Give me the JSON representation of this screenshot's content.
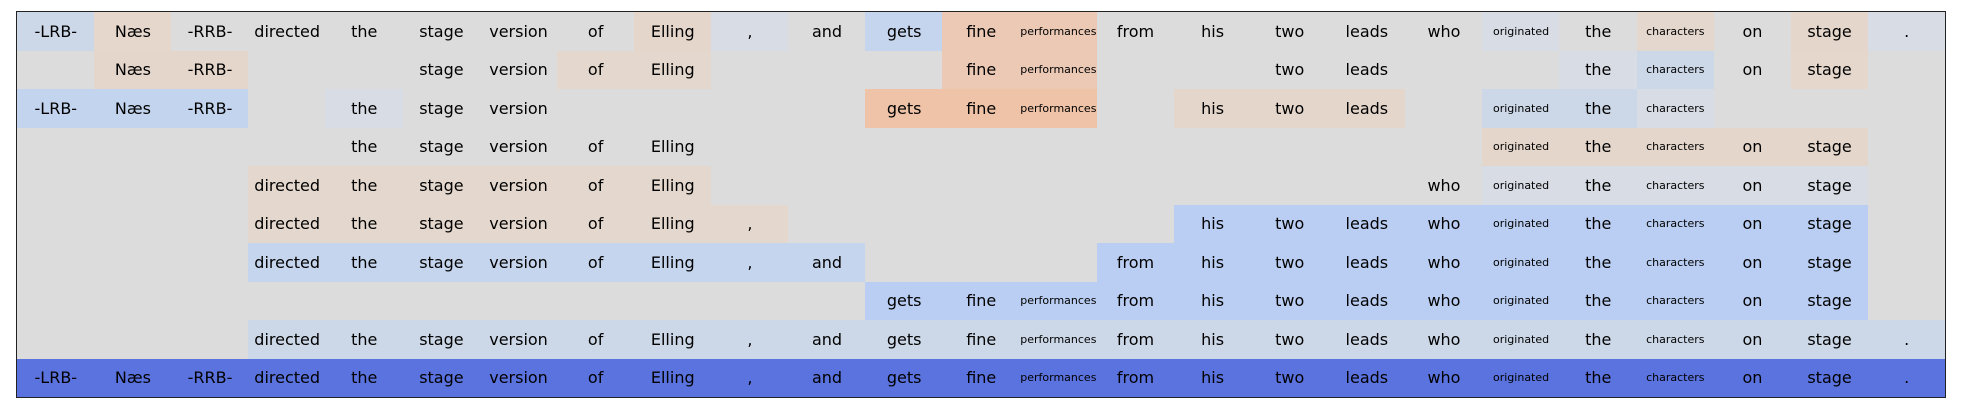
{
  "tokens": [
    "-LRB-",
    "Næs",
    "-RRB-",
    "directed",
    "the",
    "stage",
    "version",
    "of",
    "Elling",
    ",",
    "and",
    "gets",
    "fine",
    "performances",
    "from",
    "his",
    "two",
    "leads",
    "who",
    "originated",
    "the",
    "characters",
    "on",
    "stage",
    "."
  ],
  "small_tokens": [
    "performances",
    "originated",
    "characters"
  ],
  "rows": [
    {
      "shown": [
        1,
        1,
        1,
        1,
        1,
        1,
        1,
        1,
        1,
        1,
        1,
        1,
        1,
        1,
        1,
        1,
        1,
        1,
        1,
        1,
        1,
        1,
        1,
        1,
        1
      ],
      "colors": [
        "#ccd8e8",
        "#e6d7cc",
        "#dcdcdc",
        "#dcdcdc",
        "#dcdcdc",
        "#dcdcdc",
        "#dcdcdc",
        "#dcdcdc",
        "#e5d6cb",
        "#d8dce4",
        "#dcdcdc",
        "#c6d5ee",
        "#ebc9b5",
        "#ebc9b5",
        "#dcdcdc",
        "#dcdcdc",
        "#dcdcdc",
        "#dcdcdc",
        "#dcdcdc",
        "#d8dce4",
        "#dcdcdc",
        "#e4d7cd",
        "#dcdcdc",
        "#e4d6cb",
        "#d8dce4"
      ]
    },
    {
      "shown": [
        0,
        1,
        1,
        0,
        0,
        1,
        1,
        1,
        1,
        0,
        0,
        0,
        1,
        1,
        0,
        0,
        1,
        1,
        0,
        0,
        1,
        1,
        1,
        1,
        0
      ],
      "colors": [
        "#dcdcdc",
        "#e4d6cb",
        "#e4d6cb",
        "#dcdcdc",
        "#dcdcdc",
        "#dcdcdc",
        "#dcdcdc",
        "#e4d7cd",
        "#e4d7cd",
        "#dcdcdc",
        "#dcdcdc",
        "#dcdcdc",
        "#ebc9b5",
        "#ebc9b5",
        "#dcdcdc",
        "#dcdcdc",
        "#dcdcdc",
        "#dcdcdc",
        "#dcdcdc",
        "#dcdcdc",
        "#d8dce4",
        "#ccd8e8",
        "#dcdcdc",
        "#e6d7cc",
        "#dcdcdc"
      ]
    },
    {
      "shown": [
        1,
        1,
        1,
        0,
        1,
        1,
        1,
        0,
        0,
        0,
        0,
        1,
        1,
        1,
        0,
        1,
        1,
        1,
        0,
        1,
        1,
        1,
        0,
        0,
        0
      ],
      "colors": [
        "#c3d4ee",
        "#c3d4ee",
        "#c3d4ee",
        "#dcdcdc",
        "#d8dce4",
        "#dcdcdc",
        "#dcdcdc",
        "#dcdcdc",
        "#dcdcdc",
        "#dcdcdc",
        "#dcdcdc",
        "#eec3a7",
        "#eec3a7",
        "#eec3a7",
        "#dcdcdc",
        "#e4d6cb",
        "#e4d6cb",
        "#e4d6cb",
        "#dcdcdc",
        "#ccd8e8",
        "#ccd8e8",
        "#d8dce4",
        "#dcdcdc",
        "#dcdcdc",
        "#dcdcdc"
      ]
    },
    {
      "shown": [
        0,
        0,
        0,
        0,
        1,
        1,
        1,
        1,
        1,
        0,
        0,
        0,
        0,
        0,
        0,
        0,
        0,
        0,
        0,
        1,
        1,
        1,
        1,
        1,
        0
      ],
      "colors": [
        "#dcdcdc",
        "#dcdcdc",
        "#dcdcdc",
        "#dcdcdc",
        "#dcdcdc",
        "#dcdcdc",
        "#dcdcdc",
        "#dcdcdc",
        "#dcdcdc",
        "#dcdcdc",
        "#dcdcdc",
        "#dcdcdc",
        "#dcdcdc",
        "#dcdcdc",
        "#dcdcdc",
        "#dcdcdc",
        "#dcdcdc",
        "#dcdcdc",
        "#dcdcdc",
        "#e4d6cb",
        "#e4d6cb",
        "#e4d6cb",
        "#e4d6cb",
        "#e4d6cb",
        "#dcdcdc"
      ]
    },
    {
      "shown": [
        0,
        0,
        0,
        1,
        1,
        1,
        1,
        1,
        1,
        0,
        0,
        0,
        0,
        0,
        0,
        0,
        0,
        0,
        1,
        1,
        1,
        1,
        1,
        1,
        0
      ],
      "colors": [
        "#dcdcdc",
        "#dcdcdc",
        "#dcdcdc",
        "#e4d7cd",
        "#e4d7cd",
        "#e4d7cd",
        "#e4d7cd",
        "#e4d7cd",
        "#e4d7cd",
        "#dcdcdc",
        "#dcdcdc",
        "#dcdcdc",
        "#dcdcdc",
        "#dcdcdc",
        "#dcdcdc",
        "#dcdcdc",
        "#dcdcdc",
        "#dcdcdc",
        "#dcdcdc",
        "#d8dce4",
        "#d8dce4",
        "#d8dce4",
        "#d8dce4",
        "#d8dce4",
        "#dcdcdc"
      ]
    },
    {
      "shown": [
        0,
        0,
        0,
        1,
        1,
        1,
        1,
        1,
        1,
        1,
        0,
        0,
        0,
        0,
        0,
        1,
        1,
        1,
        1,
        1,
        1,
        1,
        1,
        1,
        0
      ],
      "colors": [
        "#dcdcdc",
        "#dcdcdc",
        "#dcdcdc",
        "#e4d7cd",
        "#e4d7cd",
        "#e4d7cd",
        "#e4d7cd",
        "#e4d7cd",
        "#e4d7cd",
        "#e4d7cd",
        "#dcdcdc",
        "#dcdcdc",
        "#dcdcdc",
        "#dcdcdc",
        "#dcdcdc",
        "#b9cef2",
        "#b9cef2",
        "#b9cef2",
        "#b9cef2",
        "#b9cef2",
        "#b9cef2",
        "#b9cef2",
        "#b9cef2",
        "#b9cef2",
        "#dcdcdc"
      ]
    },
    {
      "shown": [
        0,
        0,
        0,
        1,
        1,
        1,
        1,
        1,
        1,
        1,
        1,
        0,
        0,
        0,
        1,
        1,
        1,
        1,
        1,
        1,
        1,
        1,
        1,
        1,
        0
      ],
      "colors": [
        "#dcdcdc",
        "#dcdcdc",
        "#dcdcdc",
        "#c6d5ee",
        "#c6d5ee",
        "#c6d5ee",
        "#c6d5ee",
        "#c6d5ee",
        "#c6d5ee",
        "#c6d5ee",
        "#c6d5ee",
        "#dcdcdc",
        "#dcdcdc",
        "#dcdcdc",
        "#b9cef2",
        "#b9cef2",
        "#b9cef2",
        "#b9cef2",
        "#b9cef2",
        "#b9cef2",
        "#b9cef2",
        "#b9cef2",
        "#b9cef2",
        "#b9cef2",
        "#dcdcdc"
      ]
    },
    {
      "shown": [
        0,
        0,
        0,
        0,
        0,
        0,
        0,
        0,
        0,
        0,
        0,
        1,
        1,
        1,
        1,
        1,
        1,
        1,
        1,
        1,
        1,
        1,
        1,
        1,
        0
      ],
      "colors": [
        "#dcdcdc",
        "#dcdcdc",
        "#dcdcdc",
        "#dcdcdc",
        "#dcdcdc",
        "#dcdcdc",
        "#dcdcdc",
        "#dcdcdc",
        "#dcdcdc",
        "#dcdcdc",
        "#dcdcdc",
        "#b9cef2",
        "#b9cef2",
        "#b9cef2",
        "#b9cef2",
        "#b9cef2",
        "#b9cef2",
        "#b9cef2",
        "#b9cef2",
        "#b9cef2",
        "#b9cef2",
        "#b9cef2",
        "#b9cef2",
        "#b9cef2",
        "#dcdcdc"
      ]
    },
    {
      "shown": [
        0,
        0,
        0,
        1,
        1,
        1,
        1,
        1,
        1,
        1,
        1,
        1,
        1,
        1,
        1,
        1,
        1,
        1,
        1,
        1,
        1,
        1,
        1,
        1,
        1
      ],
      "colors": [
        "#dcdcdc",
        "#dcdcdc",
        "#dcdcdc",
        "#ccd8e8",
        "#ccd8e8",
        "#ccd8e8",
        "#ccd8e8",
        "#ccd8e8",
        "#ccd8e8",
        "#ccd8e8",
        "#ccd8e8",
        "#ccd8e8",
        "#ccd8e8",
        "#ccd8e8",
        "#ccd8e8",
        "#ccd8e8",
        "#ccd8e8",
        "#ccd8e8",
        "#ccd8e8",
        "#ccd8e8",
        "#ccd8e8",
        "#ccd8e8",
        "#ccd8e8",
        "#ccd8e8",
        "#ccd8e8"
      ]
    },
    {
      "shown": [
        1,
        1,
        1,
        1,
        1,
        1,
        1,
        1,
        1,
        1,
        1,
        1,
        1,
        1,
        1,
        1,
        1,
        1,
        1,
        1,
        1,
        1,
        1,
        1,
        1
      ],
      "colors": [
        "#5b73de",
        "#5b73de",
        "#5b73de",
        "#5b73de",
        "#5b73de",
        "#5b73de",
        "#5b73de",
        "#5b73de",
        "#5b73de",
        "#5b73de",
        "#5b73de",
        "#5b73de",
        "#5b73de",
        "#5b73de",
        "#5b73de",
        "#5b73de",
        "#5b73de",
        "#5b73de",
        "#5b73de",
        "#5b73de",
        "#5b73de",
        "#5b73de",
        "#5b73de",
        "#5b73de",
        "#5b73de"
      ]
    }
  ]
}
